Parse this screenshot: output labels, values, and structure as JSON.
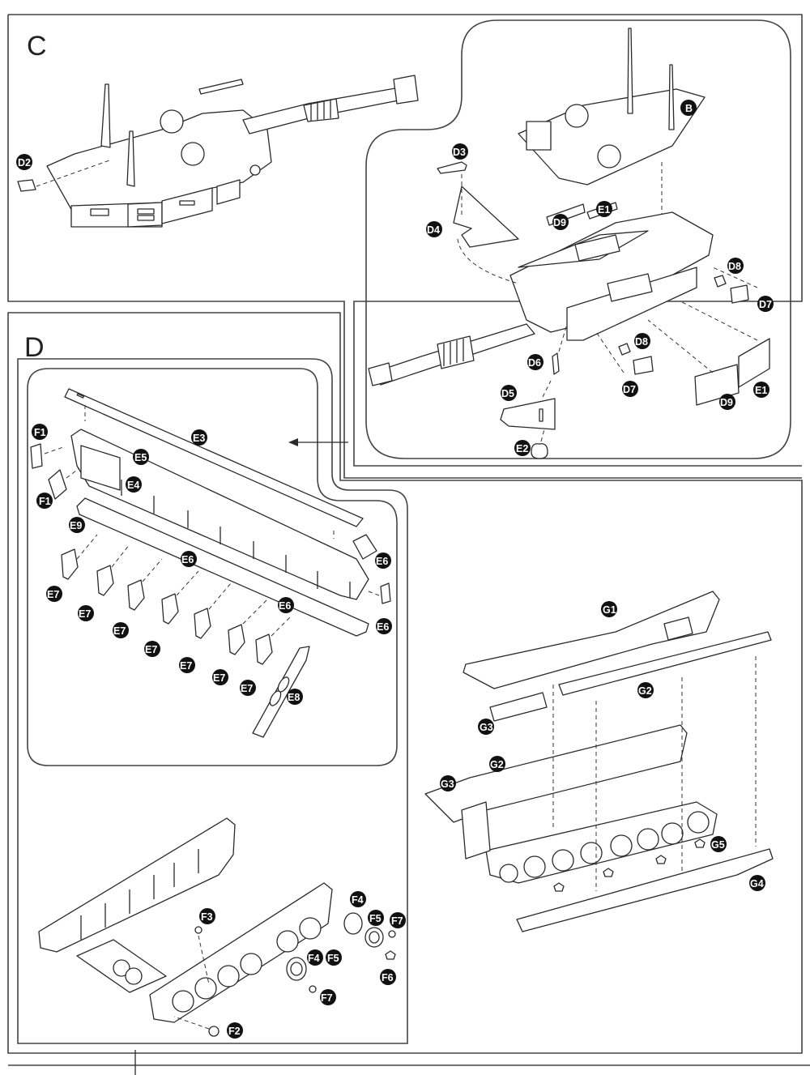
{
  "sections": {
    "c": {
      "letter": "C"
    },
    "d": {
      "letter": "D"
    }
  },
  "labels": {
    "D2": "D2",
    "B": "B",
    "D3": "D3",
    "D4": "D4",
    "D9a": "D9",
    "E1a": "E1",
    "D8a": "D8",
    "D7a": "D7",
    "D8b": "D8",
    "D6": "D6",
    "D7b": "D7",
    "D5": "D5",
    "E2": "E2",
    "D9b": "D9",
    "E1b": "E1",
    "F1a": "F1",
    "F1b": "F1",
    "E3": "E3",
    "E5": "E5",
    "E4": "E4",
    "E9": "E9",
    "E6a": "E6",
    "E6b": "E6",
    "E6c": "E6",
    "E6d": "E6",
    "E7a": "E7",
    "E7b": "E7",
    "E7c": "E7",
    "E7d": "E7",
    "E7e": "E7",
    "E7f": "E7",
    "E7g": "E7",
    "E8": "E8",
    "G1": "G1",
    "G2a": "G2",
    "G3a": "G3",
    "G2b": "G2",
    "G3b": "G3",
    "G5": "G5",
    "G4": "G4",
    "F3": "F3",
    "F4a": "F4",
    "F5a": "F5",
    "F7a": "F7",
    "F4b": "F4",
    "F5b": "F5",
    "F6": "F6",
    "F7b": "F7",
    "F2": "F2"
  }
}
